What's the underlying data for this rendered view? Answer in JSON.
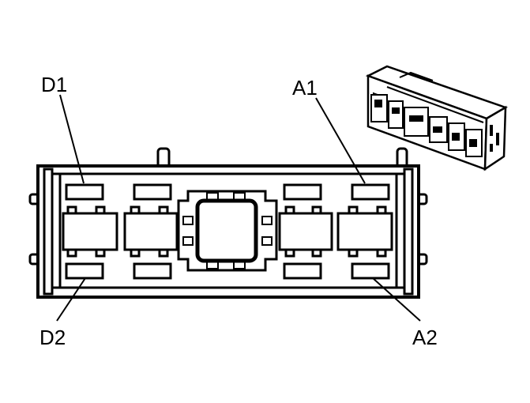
{
  "callouts": {
    "d1": "D1",
    "a1": "A1",
    "d2": "D2",
    "a2": "A2"
  },
  "colors": {
    "line": "#000000",
    "background": "#ffffff"
  }
}
